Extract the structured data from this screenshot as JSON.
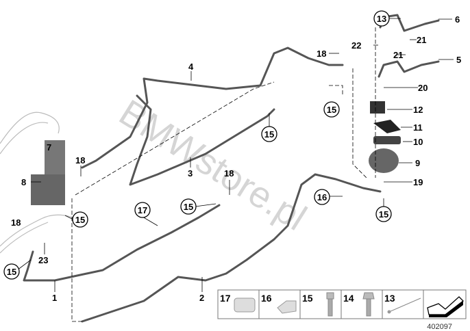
{
  "diagram": {
    "watermark": "BMWstore.pl",
    "drawing_number": "402097",
    "callouts_circled": [
      "13",
      "15",
      "15",
      "15",
      "16",
      "17",
      "15",
      "15",
      "15",
      "15"
    ],
    "callouts_plain": [
      "1",
      "2",
      "3",
      "4",
      "5",
      "6",
      "7",
      "8",
      "9",
      "10",
      "11",
      "12",
      "18",
      "18",
      "18",
      "18",
      "19",
      "20",
      "21",
      "21",
      "22",
      "23"
    ],
    "legend": [
      "17",
      "16",
      "15",
      "14",
      "13"
    ]
  }
}
